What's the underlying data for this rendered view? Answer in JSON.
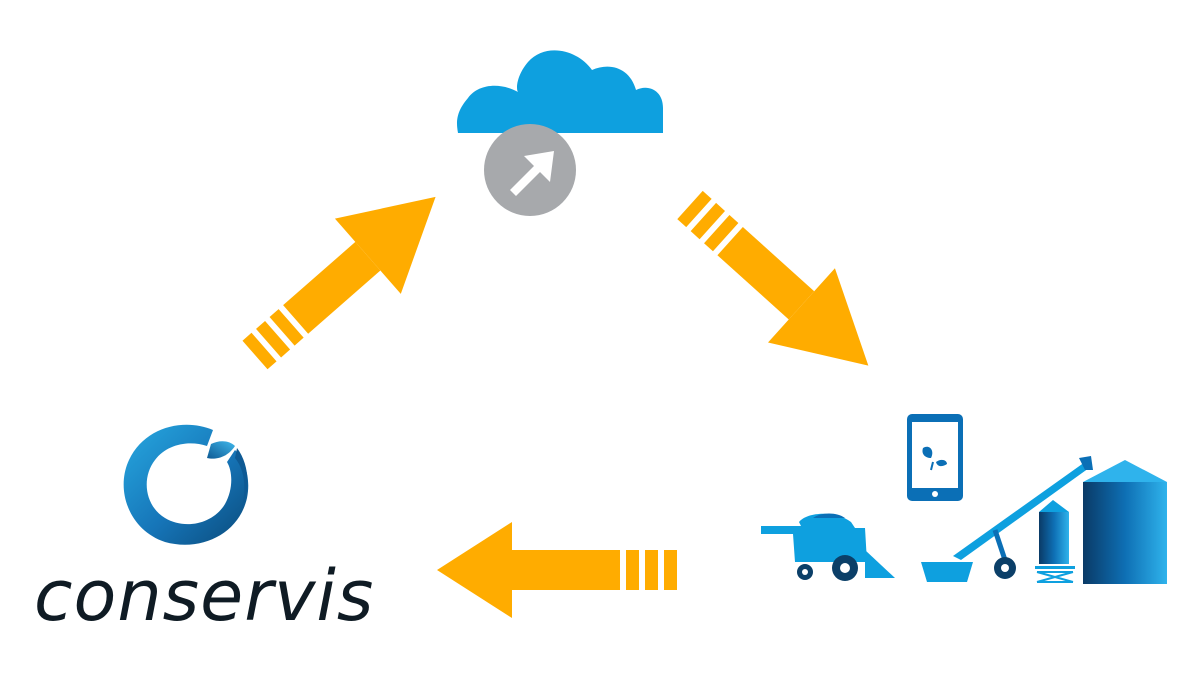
{
  "brand": {
    "name": "conservis",
    "logo_color_light": "#27a8e0",
    "logo_color_dark": "#0a4a7a"
  },
  "nodes": {
    "cloud": {
      "icon": "cloud-sync-icon",
      "color": "#0ea0df",
      "badge_color": "#a7a9ac"
    },
    "farm": {
      "icons": [
        "tablet-icon",
        "combine-harvester-icon",
        "grain-auger-icon",
        "grain-bin-icon"
      ],
      "color": "#0ea0df"
    }
  },
  "flow": {
    "arrow_color": "#ffac00",
    "arrows": [
      "conservis-to-cloud",
      "cloud-to-farm",
      "farm-to-conservis"
    ]
  }
}
